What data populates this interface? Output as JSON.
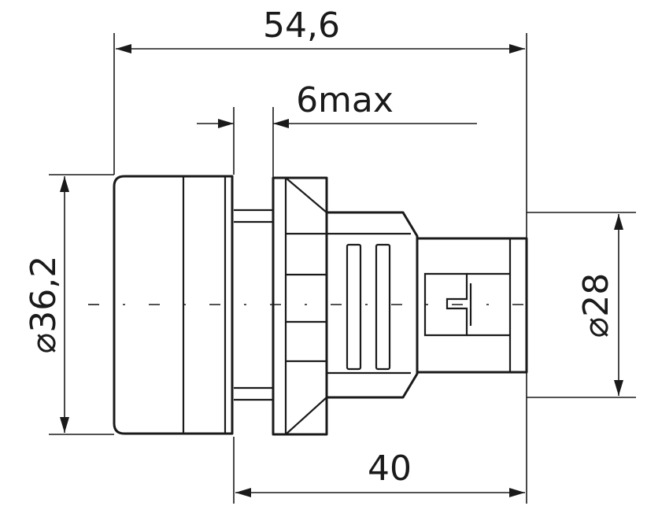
{
  "dimensions": {
    "overall_length": "54,6",
    "panel_thickness": "6max",
    "body_length": "40",
    "head_diameter": "⌀36,2",
    "body_diameter": "⌀28"
  }
}
